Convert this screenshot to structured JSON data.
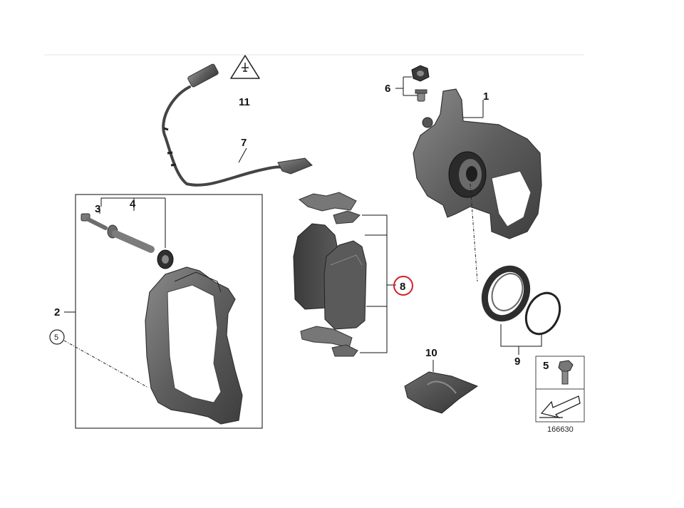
{
  "diagram": {
    "labels": {
      "p1": "1",
      "p2": "2",
      "p3": "3",
      "p4": "4",
      "p5_circle": "5",
      "p5_box": "5",
      "p6": "6",
      "p7": "7",
      "p8": "8",
      "p9": "9",
      "p10": "10",
      "p11": "11"
    },
    "reference_number": "166630",
    "highlight_color": "#d21f26"
  }
}
